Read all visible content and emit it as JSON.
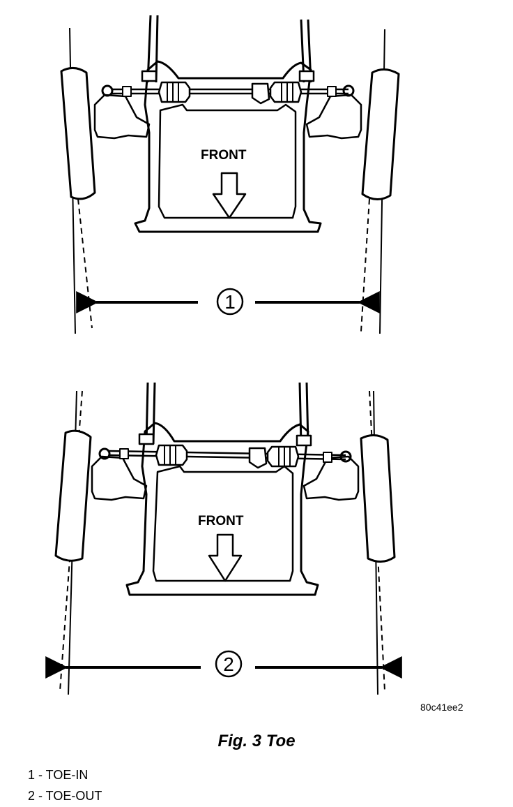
{
  "figure": {
    "diagrams": [
      {
        "front_label": "FRONT",
        "callout": "1"
      },
      {
        "front_label": "FRONT",
        "callout": "2"
      }
    ],
    "code": "80c41ee2",
    "caption": "Fig. 3 Toe",
    "legend": [
      {
        "text": "1 - TOE-IN"
      },
      {
        "text": "2 - TOE-OUT"
      }
    ]
  }
}
